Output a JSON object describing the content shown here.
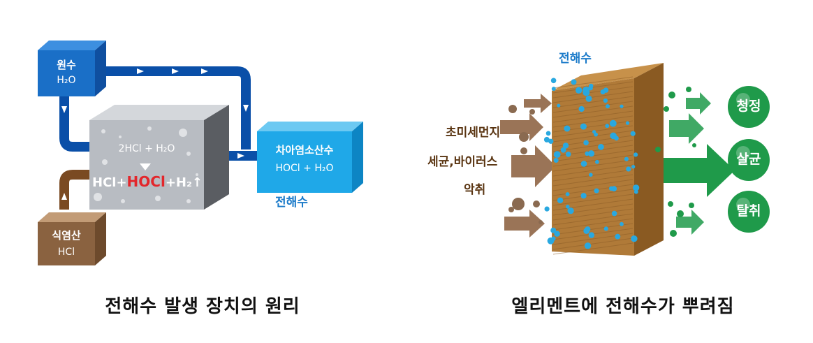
{
  "left_diagram": {
    "source_water": {
      "title": "원수",
      "formula": "H₂O"
    },
    "reactor": {
      "reaction_top": "2HCl + H₂O",
      "reaction_hcl": "HCl+",
      "reaction_hocl": "HOCl",
      "reaction_h2": "+H₂↑"
    },
    "product": {
      "title": "차아염소산수",
      "formula": "HOCl  + H₂O",
      "caption": "전해수"
    },
    "acid": {
      "title": "식염산",
      "formula": "HCl"
    },
    "caption": "전해수 발생 장치의 원리",
    "colors": {
      "blue_box": "#1a6fc7",
      "cyan_box": "#1fa8e8",
      "pipe": "#0a4fa8",
      "brown": "#8a6240",
      "reactor": "#b8bcc2",
      "red_text": "#e3262b"
    }
  },
  "right_diagram": {
    "top_label": "전해수",
    "incoming": [
      "초미세먼지",
      "세균,바이러스",
      "악취"
    ],
    "outcomes": [
      "청정",
      "살균",
      "탈취"
    ],
    "caption": "엘리멘트에 전해수가 뿌려짐",
    "colors": {
      "element": "#b07a38",
      "droplet": "#29a8e0",
      "green": "#1f9a4a",
      "arrow_brown": "#9a7457"
    }
  }
}
